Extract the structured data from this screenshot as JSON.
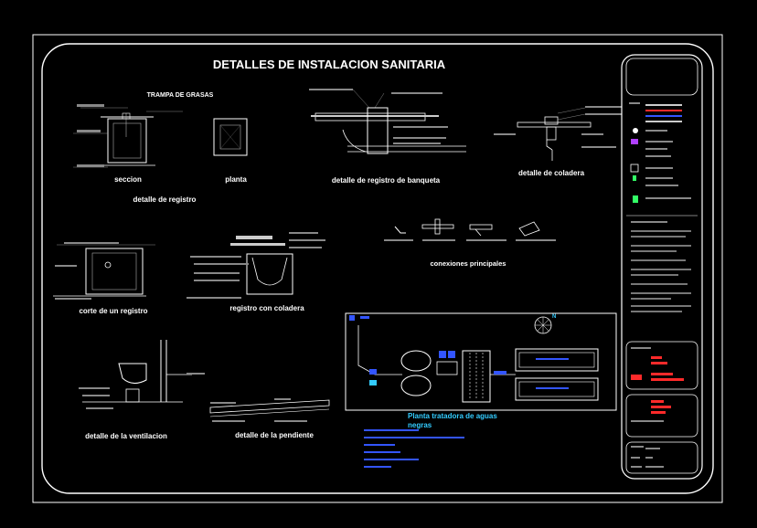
{
  "sheet": {
    "title": "DETALLES DE INSTALACION SANITARIA"
  },
  "details": {
    "trampa_title": "TRAMPA DE GRASAS",
    "seccion": "seccion",
    "planta": "planta",
    "detalle_registro": "detalle de registro",
    "registro_banqueta": "detalle de registro de banqueta",
    "coladera": "detalle de coladera",
    "conexiones": "conexiones principales",
    "corte_registro": "corte de un registro",
    "registro_coladera": "registro con coladera",
    "ventilacion": "detalle de la ventilacion",
    "pendiente": "detalle de la pendiente",
    "planta_tratadora": "Planta tratadora de aguas negras",
    "north": "N"
  },
  "colors": {
    "background": "#000000",
    "lines": "#ffffff",
    "accent_blue": "#3355ff",
    "accent_cyan": "#33ccff",
    "accent_red": "#ff2a2a"
  }
}
